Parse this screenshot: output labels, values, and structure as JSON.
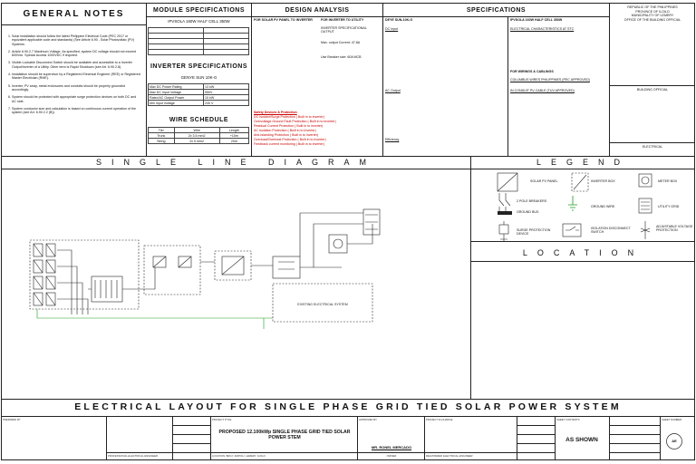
{
  "general_notes": {
    "title": "GENERAL NOTES",
    "items": [
      "Solar installation should follow the latest Philippine Electrical Code (PEC 2017 or equivalent applicable code and standards) (See Article 6.90 - Solar Photovoltaic (PV) Systems.",
      "Article 6.90.2.7 Maximum Voltage. As specified, system DC voltage should not exceed 600Vdc. Special Access 1000VDC if required.",
      "Visible Lockable Disconnect Switch should be available and accessible to a Inverter Output/Inverter of a Utility. Other term is Rapid Shutdown (see Art. 6.90.2.8).",
      "Installation should be supervisor by a Registered Electrical Engineer (REE) or Registered Master Electrician (RME).",
      "Inverter, PV array, metal enclosures and conduits should be properly grounded accordingly.",
      "System should be protected with appropriate surge protection devices on both DC and AC side.",
      "System conductor size and calculation is based on continuous current operation of the system (see Art. 6.90.2.2 (B))."
    ]
  },
  "module_specs": {
    "title": "MODULE SPECIFICATIONS",
    "model": "IPVSOLA 160W HALF CELL 350W"
  },
  "inverter_specs": {
    "title": "INVERTER SPECIFICATIONS",
    "model": "GENYE SUN 10K-G",
    "rows": [
      {
        "k": "Max DC Power Rating",
        "v": "13 kW"
      },
      {
        "k": "Max DC Input Voltage",
        "v": "550V"
      },
      {
        "k": "Rated AC Output Power",
        "v": "10 kW"
      },
      {
        "k": "Min Input Voltage",
        "v": "230 V"
      }
    ]
  },
  "wire_schedule": {
    "title": "WIRE SCHEDULE",
    "headers": [
      "Tier",
      "Wire",
      "Length"
    ],
    "rows": [
      [
        "Trunk",
        "2x 3.5 mm2",
        "+10m"
      ],
      [
        "String",
        "2x 5 mm2",
        "20m"
      ]
    ]
  },
  "design_analysis": {
    "title": "DESIGN ANALYSIS",
    "col1_head": "FOR SOLAR PV PANEL TO INVERTER",
    "col2_head": "FOR INVERTER TO UTILITY",
    "col2_lines": [
      "INVERTER SPECIFICATIONAL OUTPUT",
      "Max. output Current: 47.8A",
      "Use Breaker size: 60A MCB"
    ],
    "safety_head": "Safety Devices & Protection",
    "safety_lines": [
      "DC Isolator/Surge Protection ( Built in to inverter)",
      "Overvoltage Ground Fault Protection ( Built in to inverter)",
      "Residual Current Protection ( Built in to inverter)",
      "AC Isolation Protection ( Built in to inverter)",
      "Anti-Islanding Protection ( Built in to inverter)",
      "Overload/Overheat Protection ( Built in to inverter)",
      "Feedback current monitoring ( Built in to inverter)"
    ]
  },
  "specifications": {
    "title": "SPECIFICATIONS",
    "inverter_head": "DEYE SUN-10K-G",
    "panel_head": "IPVSOLA 160W HALF CELL 350W",
    "dc_input_head": "DC Input",
    "ac_output_head": "AC Output",
    "efficiency_head": "Efficiency",
    "electrical_head": "ELECTRICAL CHARACTERISTICS AT STC",
    "wiring_head": "FOR WIRINGS & CABLINGS",
    "wiring_line1": "COLUMBUS WIRES PHILIPPINES (PEC APPROVED)",
    "wiring_line2": "IN CONDUIT PV CABLE (TUV APPROVED)"
  },
  "authority": {
    "line1": "REPUBLIC OF THE PHILIPPINES",
    "line2": "PROVINCE OF ILOILO",
    "line3": "MUNICIPALITY OF LEMERY",
    "line4": "OFFICE OF THE BUILDING OFFICIAL",
    "building_official": "BUILDING OFFICIAL",
    "electrical": "ELECTRICAL"
  },
  "single_line": {
    "title": "SINGLE LINE DIAGRAM",
    "existing_label": "EXISTING ELECTRICAL SYSTEM"
  },
  "legend": {
    "title": "LEGEND",
    "items": {
      "solar_pv_panel": "SOLAR PV PANEL",
      "inverter_box": "INVERTER BOX",
      "meter_box": "METER BOX",
      "pole_breakers": "2 POLE BREAKERS",
      "ground_bus": "GROUND BUS",
      "ground_wire": "GROUND WIRE",
      "utility_grid": "UTILITY GRID",
      "surge_protection": "SURGE PROTECTION DEVICE",
      "isolation_switch": "ISOLATION DISCONNECT SWITCH",
      "adj_voltage": "ADJUSTABLE VOLTAGE PROTECTION"
    }
  },
  "location": {
    "title": "LOCATION"
  },
  "banner": {
    "title": "ELECTRICAL LAYOUT FOR SINGLE PHASE GRID TIED SOLAR POWER SYSTEM"
  },
  "title_block": {
    "prepared_by": "PREPARED BY",
    "prof_engineer": "PROFESSIONAL ELECTRICAL ENGINEER",
    "project_title_label": "PROJECT TITLE",
    "project_title": "PROPOSED 12.100kWp SINGLE PHASE GRID TIED SOLAR POWER STEM",
    "location_label": "LOCATION: BRGY. ADIPOLI, LEMERY, ILOILO",
    "approved_by": "APPROVED BY",
    "owner_name": "MR. RONEL MERCADO",
    "owner_label": "OWNER",
    "project_in_charge": "PROJECT IN-CHARGE",
    "registered_ee": "REGISTERED ELECTRICAL ENGINEER",
    "sheet_contents": "SHEET CONTENTS",
    "scale": "AS SHOWN",
    "sheet_number": "SHEET NUMBER",
    "sheet_value": "AE"
  }
}
